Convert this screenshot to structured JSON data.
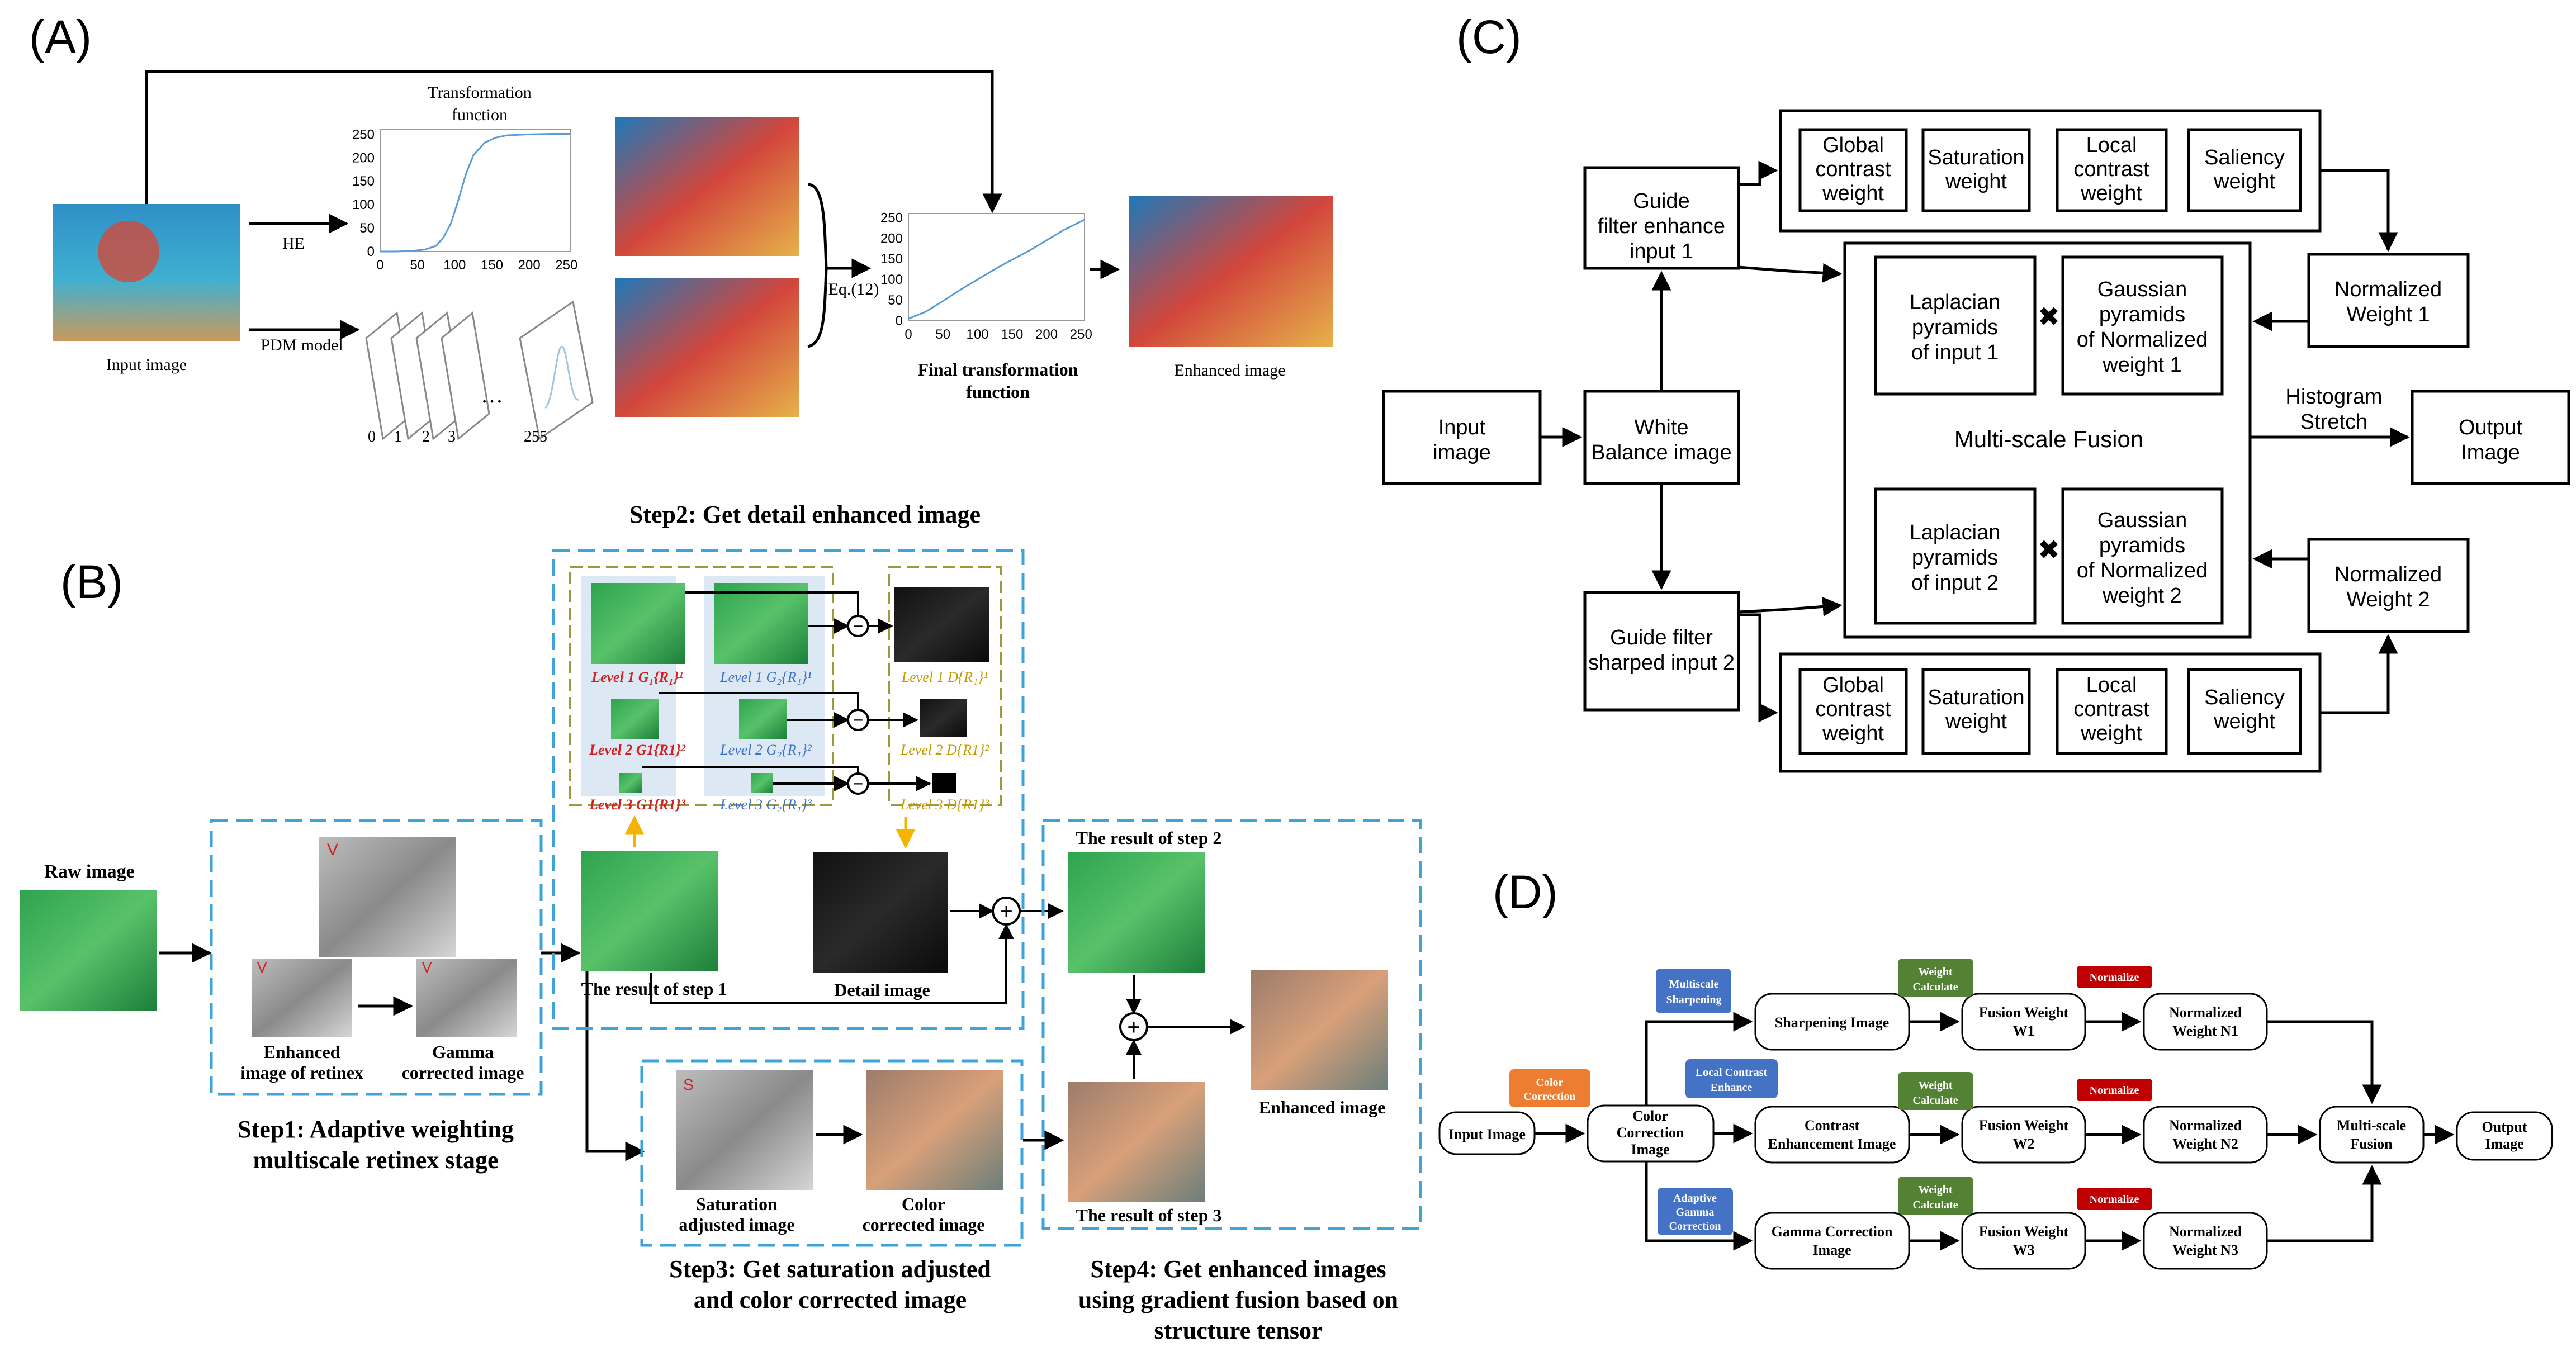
{
  "panels": {
    "a": "(A)",
    "b": "(B)",
    "c": "(C)",
    "d": "(D)"
  },
  "a": {
    "input_image": "Input image",
    "he": "HE",
    "pdm": "PDM model",
    "tf_title": "Transformation function",
    "tf_title_line1": "Transformation",
    "tf_title_line2": "function",
    "eq": "Eq.(12)",
    "final_line1": "Final transformation",
    "final_line2": "function",
    "enhanced": "Enhanced image",
    "ellipsis": "…",
    "stack_ticks": [
      "0",
      "1",
      "2",
      "3",
      "255"
    ],
    "chart_ticks_x": [
      "0",
      "50",
      "100",
      "150",
      "200",
      "250"
    ],
    "chart_ticks_y": [
      "0",
      "50",
      "100",
      "150",
      "200",
      "250"
    ]
  },
  "chart_data": [
    {
      "type": "line",
      "title": "Transformation function",
      "xlabel": "",
      "ylabel": "",
      "xlim": [
        0,
        255
      ],
      "ylim": [
        0,
        260
      ],
      "x": [
        0,
        20,
        40,
        60,
        75,
        85,
        95,
        105,
        115,
        125,
        140,
        155,
        170,
        200,
        230,
        255
      ],
      "series": [
        {
          "values": [
            0,
            0,
            1,
            4,
            12,
            30,
            60,
            110,
            165,
            205,
            232,
            243,
            248,
            250,
            251,
            251
          ],
          "color": "#5b9bd5"
        }
      ]
    },
    {
      "type": "line",
      "title": "Final transformation function",
      "xlabel": "",
      "ylabel": "",
      "xlim": [
        0,
        255
      ],
      "ylim": [
        0,
        260
      ],
      "x": [
        0,
        25,
        50,
        75,
        100,
        125,
        150,
        175,
        200,
        225,
        255
      ],
      "series": [
        {
          "values": [
            5,
            22,
            48,
            75,
            100,
            125,
            148,
            170,
            195,
            220,
            245
          ],
          "color": "#5b9bd5"
        }
      ]
    }
  ],
  "b": {
    "step2_title": "Step2:  Get detail enhanced image",
    "raw": "Raw image",
    "enh_retinex_1": "Enhanced",
    "enh_retinex_2": "image of retinex",
    "gamma_1": "Gamma",
    "gamma_2": "corrected image",
    "v": "V",
    "s": "S",
    "step1_1": "Step1:  Adaptive weighting",
    "step1_2": "multiscale retinex stage",
    "lv1_g1": "Level 1 G₁{R₁}¹",
    "lv1_g2": "Level 1 G₂{R₁}¹",
    "lv1_d": "Level 1 D{R₁}¹",
    "lv2_g1": "Level 2 G1{R1}²",
    "lv2_g2": "Level 2 G₂{R₁}²",
    "lv2_d": "Level 2 D{R1}²",
    "lv3_g1": "Level 3 G1{R1}³",
    "lv3_g2": "Level 3 G₂{R₁}³",
    "lv3_d": "Level 3 D{R1}³",
    "result1": "The result of step 1",
    "detail": "Detail image",
    "result2": "The result of step 2",
    "result3": "The result of step 3",
    "enhanced": "Enhanced image",
    "sat_1": "Saturation",
    "sat_2": "adjusted image",
    "col_1": "Color",
    "col_2": "corrected image",
    "step3_1": "Step3:  Get saturation adjusted",
    "step3_2": "and  color corrected image",
    "step4_1": "Step4:  Get enhanced images",
    "step4_2": "using gradient fusion based on",
    "step4_3": "structure tensor",
    "minus": "−",
    "plus": "+"
  },
  "c": {
    "input_1": "Input",
    "input_2": "image",
    "wb_1": "White",
    "wb_2": "Balance image",
    "gf1_1": "Guide",
    "gf1_2": "filter enhance",
    "gf1_3": "input 1",
    "gf2_1": "Guide filter",
    "gf2_2": "sharped input 2",
    "global_1": "Global",
    "global_2": "contrast",
    "global_3": "weight",
    "sat_1": "Saturation",
    "sat_2": "weight",
    "local_1": "Local",
    "local_2": "contrast",
    "local_3": "weight",
    "sal_1": "Saliency",
    "sal_2": "weight",
    "lap1_1": "Laplacian",
    "lap1_2": "pyramids",
    "lap1_3": "of input 1",
    "gau1_1": "Gaussian",
    "gau1_2": "pyramids",
    "gau1_3": "of Normalized",
    "gau1_4": "weight 1",
    "lap2_1": "Laplacian",
    "lap2_2": "pyramids",
    "lap2_3": "of input 2",
    "gau2_1": "Gaussian",
    "gau2_2": "pyramids",
    "gau2_3": "of Normalized",
    "gau2_4": "weight 2",
    "msf": "Multi-scale Fusion",
    "nw1_1": "Normalized",
    "nw1_2": "Weight 1",
    "nw2_1": "Normalized",
    "nw2_2": "Weight 2",
    "hist_1": "Histogram",
    "hist_2": "Stretch",
    "out_1": "Output",
    "out_2": "Image",
    "times": "✖"
  },
  "d": {
    "input": "Input Image",
    "cc_tag_1": "Color",
    "cc_tag_2": "Correction",
    "cci_1": "Color",
    "cci_2": "Correction",
    "cci_3": "Image",
    "ms_tag_1": "Multiscale",
    "ms_tag_2": "Sharpening",
    "lc_tag_1": "Local Contrast",
    "lc_tag_2": "Enhance",
    "ag_tag_1": "Adaptive",
    "ag_tag_2": "Gamma",
    "ag_tag_3": "Correction",
    "sharp": "Sharpening Image",
    "contrast_1": "Contrast",
    "contrast_2": "Enhancement Image",
    "gamma_1": "Gamma Correction",
    "gamma_2": "Image",
    "wc_1": "Weight",
    "wc_2": "Calculate",
    "fw1_1": "Fusion Weight",
    "fw1_2": "W1",
    "fw2_1": "Fusion Weight",
    "fw2_2": "W2",
    "fw3_1": "Fusion Weight",
    "fw3_2": "W3",
    "normalize": "Normalize",
    "n1_1": "Normalized",
    "n1_2": "Weight N1",
    "n2_1": "Normalized",
    "n2_2": "Weight N2",
    "n3_1": "Normalized",
    "n3_2": "Weight N3",
    "msf_1": "Multi-scale",
    "msf_2": "Fusion",
    "out_1": "Output",
    "out_2": "Image"
  },
  "colors": {
    "tag_blue": "#4472c4",
    "tag_green": "#548235",
    "tag_red": "#c00000",
    "tag_orange": "#ed7d31",
    "dash_blue": "#3ea3d8",
    "olive": "#9c9a3a",
    "orange_arrow": "#f5b400"
  }
}
